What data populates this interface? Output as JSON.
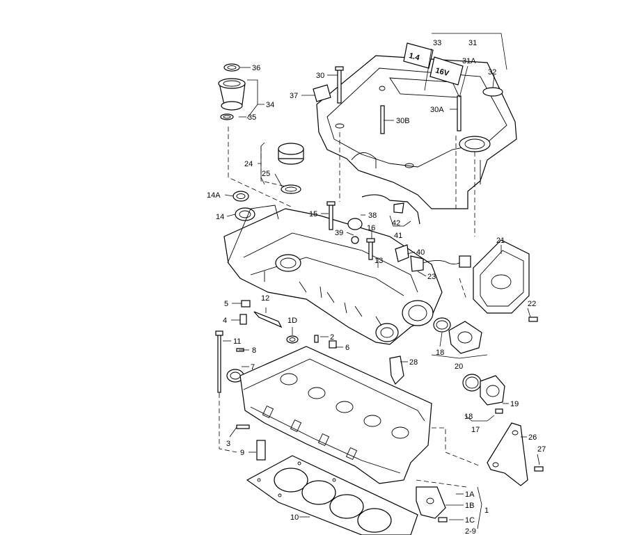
{
  "diagram": {
    "cover_embossing": [
      "1.4",
      "16V"
    ],
    "callouts": [
      {
        "id": "c31",
        "label": "31"
      },
      {
        "id": "c33",
        "label": "33"
      },
      {
        "id": "c31A",
        "label": "31A"
      },
      {
        "id": "c32",
        "label": "32"
      },
      {
        "id": "c30",
        "label": "30"
      },
      {
        "id": "c37",
        "label": "37"
      },
      {
        "id": "c30A",
        "label": "30A"
      },
      {
        "id": "c30B",
        "label": "30B"
      },
      {
        "id": "c36",
        "label": "36"
      },
      {
        "id": "c34",
        "label": "34"
      },
      {
        "id": "c35",
        "label": "35"
      },
      {
        "id": "c24",
        "label": "24"
      },
      {
        "id": "c25",
        "label": "25"
      },
      {
        "id": "c14A",
        "label": "14A"
      },
      {
        "id": "c14",
        "label": "14"
      },
      {
        "id": "c15",
        "label": "15"
      },
      {
        "id": "c38",
        "label": "38"
      },
      {
        "id": "c42",
        "label": "42"
      },
      {
        "id": "c41",
        "label": "41"
      },
      {
        "id": "c39",
        "label": "39"
      },
      {
        "id": "c16",
        "label": "16"
      },
      {
        "id": "c40",
        "label": "40"
      },
      {
        "id": "c21",
        "label": "21"
      },
      {
        "id": "c13",
        "label": "13"
      },
      {
        "id": "c23",
        "label": "23"
      },
      {
        "id": "c22",
        "label": "22"
      },
      {
        "id": "c5",
        "label": "5"
      },
      {
        "id": "c12",
        "label": "12"
      },
      {
        "id": "c4",
        "label": "4"
      },
      {
        "id": "c1D",
        "label": "1D"
      },
      {
        "id": "c11",
        "label": "11"
      },
      {
        "id": "c2",
        "label": "2"
      },
      {
        "id": "c6",
        "label": "6"
      },
      {
        "id": "c8",
        "label": "8"
      },
      {
        "id": "c18a",
        "label": "18"
      },
      {
        "id": "c20",
        "label": "20"
      },
      {
        "id": "c7",
        "label": "7"
      },
      {
        "id": "c28",
        "label": "28"
      },
      {
        "id": "c19",
        "label": "19"
      },
      {
        "id": "c18b",
        "label": "18"
      },
      {
        "id": "c17",
        "label": "17"
      },
      {
        "id": "c3",
        "label": "3"
      },
      {
        "id": "c26",
        "label": "26"
      },
      {
        "id": "c9",
        "label": "9"
      },
      {
        "id": "c27",
        "label": "27"
      },
      {
        "id": "c1A",
        "label": "1A"
      },
      {
        "id": "c1B",
        "label": "1B"
      },
      {
        "id": "c1",
        "label": "1"
      },
      {
        "id": "c10",
        "label": "10"
      },
      {
        "id": "c1C",
        "label": "1C"
      },
      {
        "id": "c2_9",
        "label": "2-9"
      }
    ]
  }
}
